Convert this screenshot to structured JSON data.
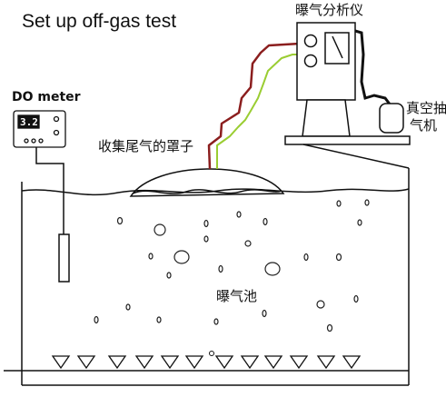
{
  "title": "Set up off-gas test",
  "labels": {
    "do_meter": "DO meter",
    "do_display": "3.2",
    "analyzer": "曝气分析仪",
    "hood": "收集尾气的罩子",
    "pump_line1": "真空抽",
    "pump_line2": "气机",
    "tank": "曝气池"
  },
  "colors": {
    "red_tube": "#8b1e1e",
    "green_tube": "#9acd32",
    "ink": "#111111",
    "display_bg": "#111111"
  }
}
